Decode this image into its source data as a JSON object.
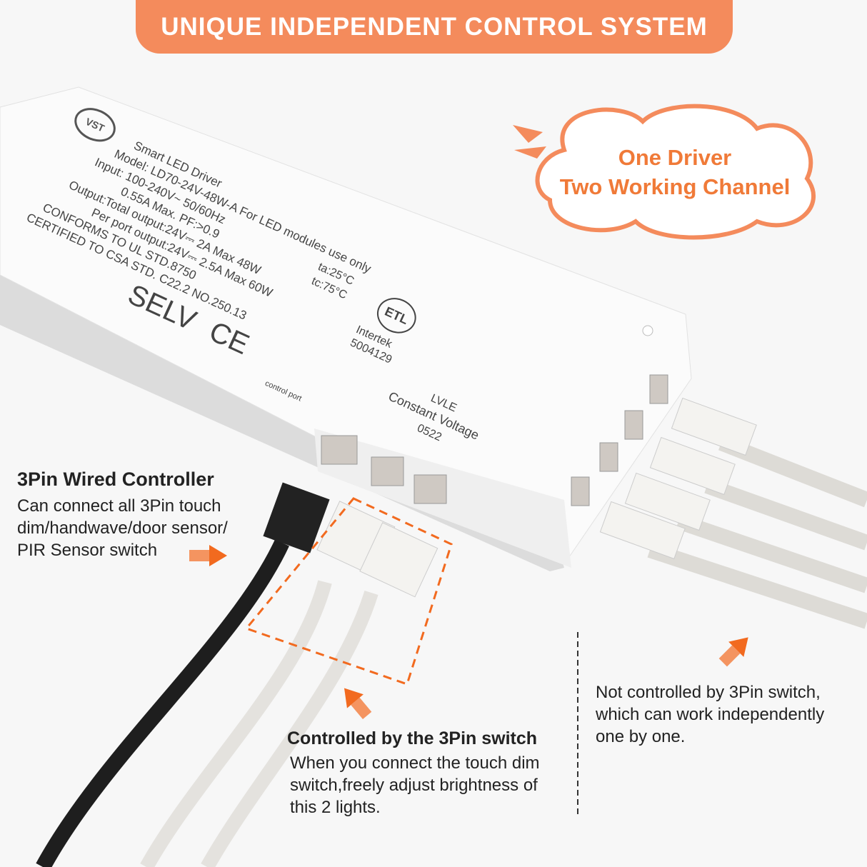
{
  "banner": {
    "title": "UNIQUE INDEPENDENT CONTROL SYSTEM"
  },
  "cloud": {
    "line1": "One Driver",
    "line2": "Two Working Channel"
  },
  "driver_label": {
    "brand": "VST",
    "lines": [
      "Smart LED Driver",
      "Model: LD70-24V-48W-A  For LED modules use only",
      "Input: 100-240V~   50/60Hz",
      "0.55A Max.  PF:>0.9",
      "Output:Total output:24V⎓ 2A  Max 48W",
      "Per port output:24V⎓ 2.5A  Max 60W",
      "CONFORMS TO UL STD.8750",
      "CERTIFIED TO CSA STD. C22.2 NO.250.13"
    ],
    "ta": "ta:25°C",
    "tc": "tc:75°C",
    "selv": "SELV",
    "ce": "CE",
    "etl": "ETL",
    "intertek": "Intertek",
    "intertek_no": "5004129",
    "lvle": "LVLE",
    "constant_voltage": "Constant Voltage",
    "code": "0522",
    "control_port": "control port"
  },
  "left_callout": {
    "title": "3Pin Wired Controller",
    "text": [
      "Can connect all 3Pin touch",
      "dim/handwave/door sensor/",
      "PIR Sensor switch"
    ]
  },
  "middle_callout": {
    "title": "Controlled by the 3Pin switch",
    "text": [
      "When you connect the touch dim",
      "switch,freely adjust brightness of",
      "this 2 lights."
    ]
  },
  "right_callout": {
    "text": [
      "Not controlled by 3Pin switch,",
      "which can work independently",
      "one by one."
    ]
  },
  "colors": {
    "accent": "#f48b5c",
    "cloud_text": "#f07a38",
    "arrow": "#f26a1f"
  }
}
